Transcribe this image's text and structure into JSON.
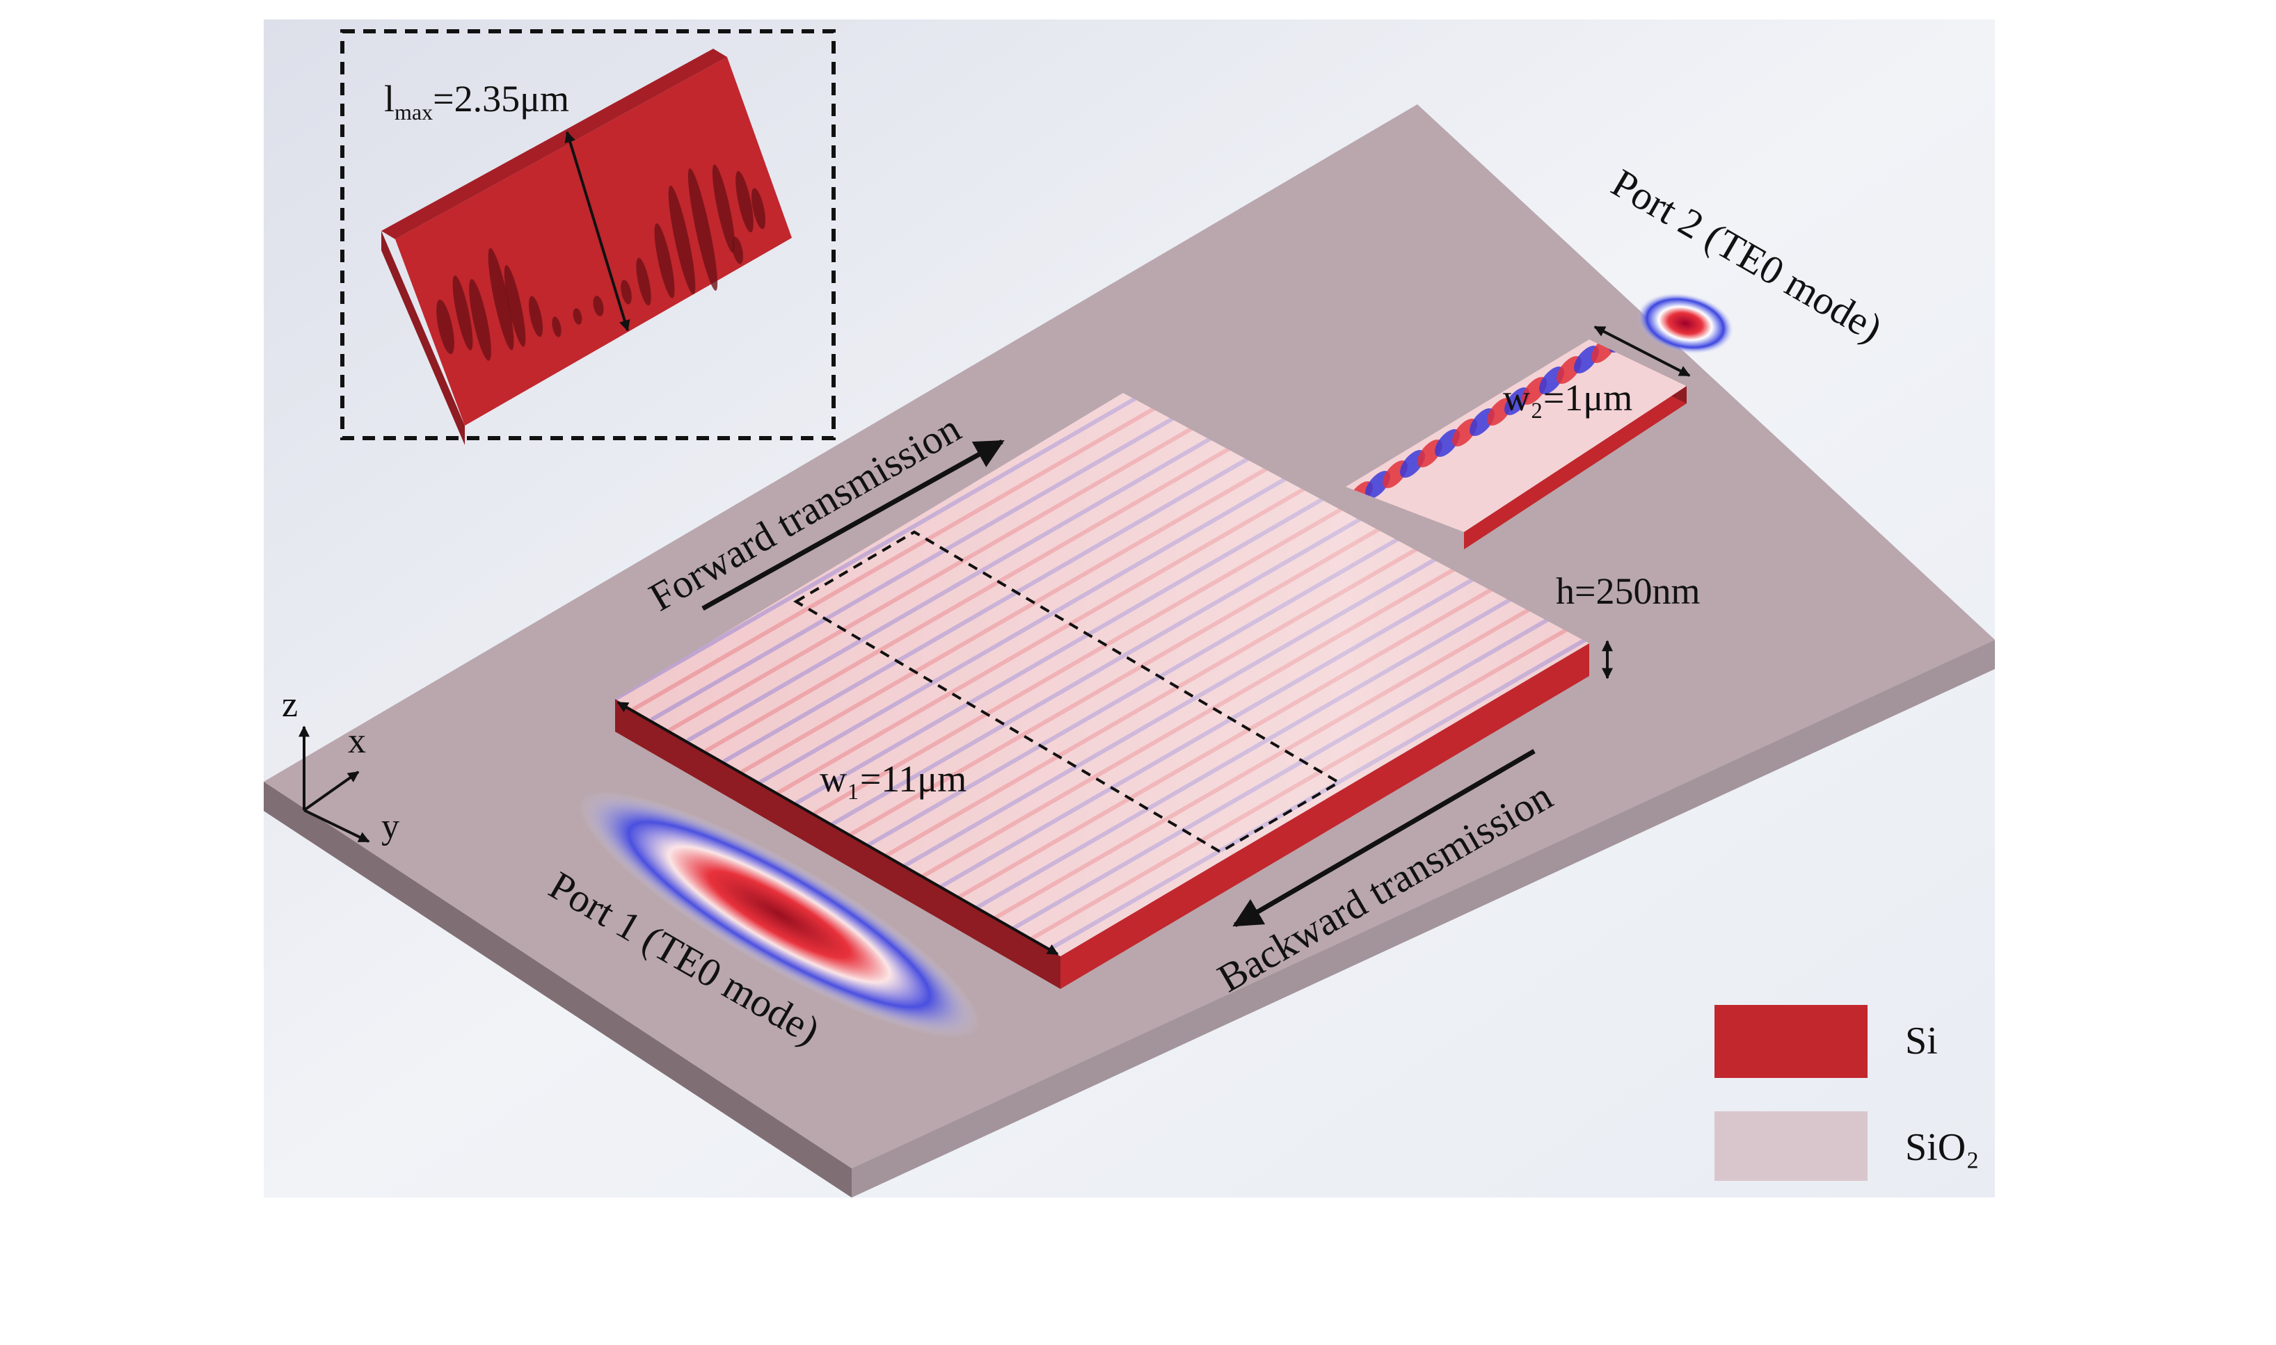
{
  "inset": {
    "lmax_label": "l",
    "lmax_sub": "max",
    "lmax_value": "=2.35μm"
  },
  "labels": {
    "port2": "Port 2 (TE0 mode)",
    "port1": "Port 1 (TE0 mode)",
    "w2": "w₂=1μm",
    "w1": "w₁=11μm",
    "h": "h=250nm",
    "forward": "Forward transmission",
    "backward": "Backward transmission"
  },
  "axes": {
    "z": "z",
    "x": "x",
    "y": "y"
  },
  "legend": {
    "items": [
      {
        "label": "Si",
        "color": "#c1272d"
      },
      {
        "label": "SiO₂",
        "color": "#d9c6cc"
      }
    ]
  },
  "colors": {
    "si": "#c1272d",
    "si_dark": "#8e1c22",
    "substrate_top": "#b9a7ad",
    "substrate_side": "#7f6f74",
    "field_red": "#e0303a",
    "field_blue": "#3a3ad8"
  }
}
